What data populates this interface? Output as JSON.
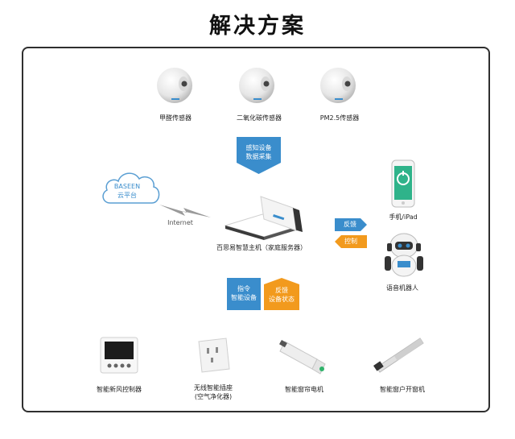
{
  "title": "解决方案",
  "sensors": [
    {
      "label": "甲醛传感器"
    },
    {
      "label": "二氧化碳传感器"
    },
    {
      "label": "PM2.5传感器"
    }
  ],
  "down_arrow": {
    "line1": "感知设备",
    "line2": "数据采集"
  },
  "cloud": {
    "line1": "BASEEN",
    "line2": "云平台"
  },
  "internet_label": "Internet",
  "host": {
    "label": "百思易智慧主机（家庭服务器）"
  },
  "feedback_tag": "反馈",
  "control_tag": "控制",
  "phone": {
    "label": "手机/iPad"
  },
  "robot": {
    "label": "语音机器人"
  },
  "command_box": {
    "line1": "指令",
    "line2": "智能设备"
  },
  "feedback_box": {
    "line1": "反馈",
    "line2": "设备状态"
  },
  "devices": [
    {
      "label": "智能新风控制器"
    },
    {
      "line1": "无线智能插座",
      "line2": "(空气净化器)"
    },
    {
      "label": "智能窗帘电机"
    },
    {
      "label": "智能窗户开窗机"
    }
  ],
  "colors": {
    "blue": "#3a8dcc",
    "orange": "#f29a1d",
    "cloud_stroke": "#5b9fd3"
  }
}
